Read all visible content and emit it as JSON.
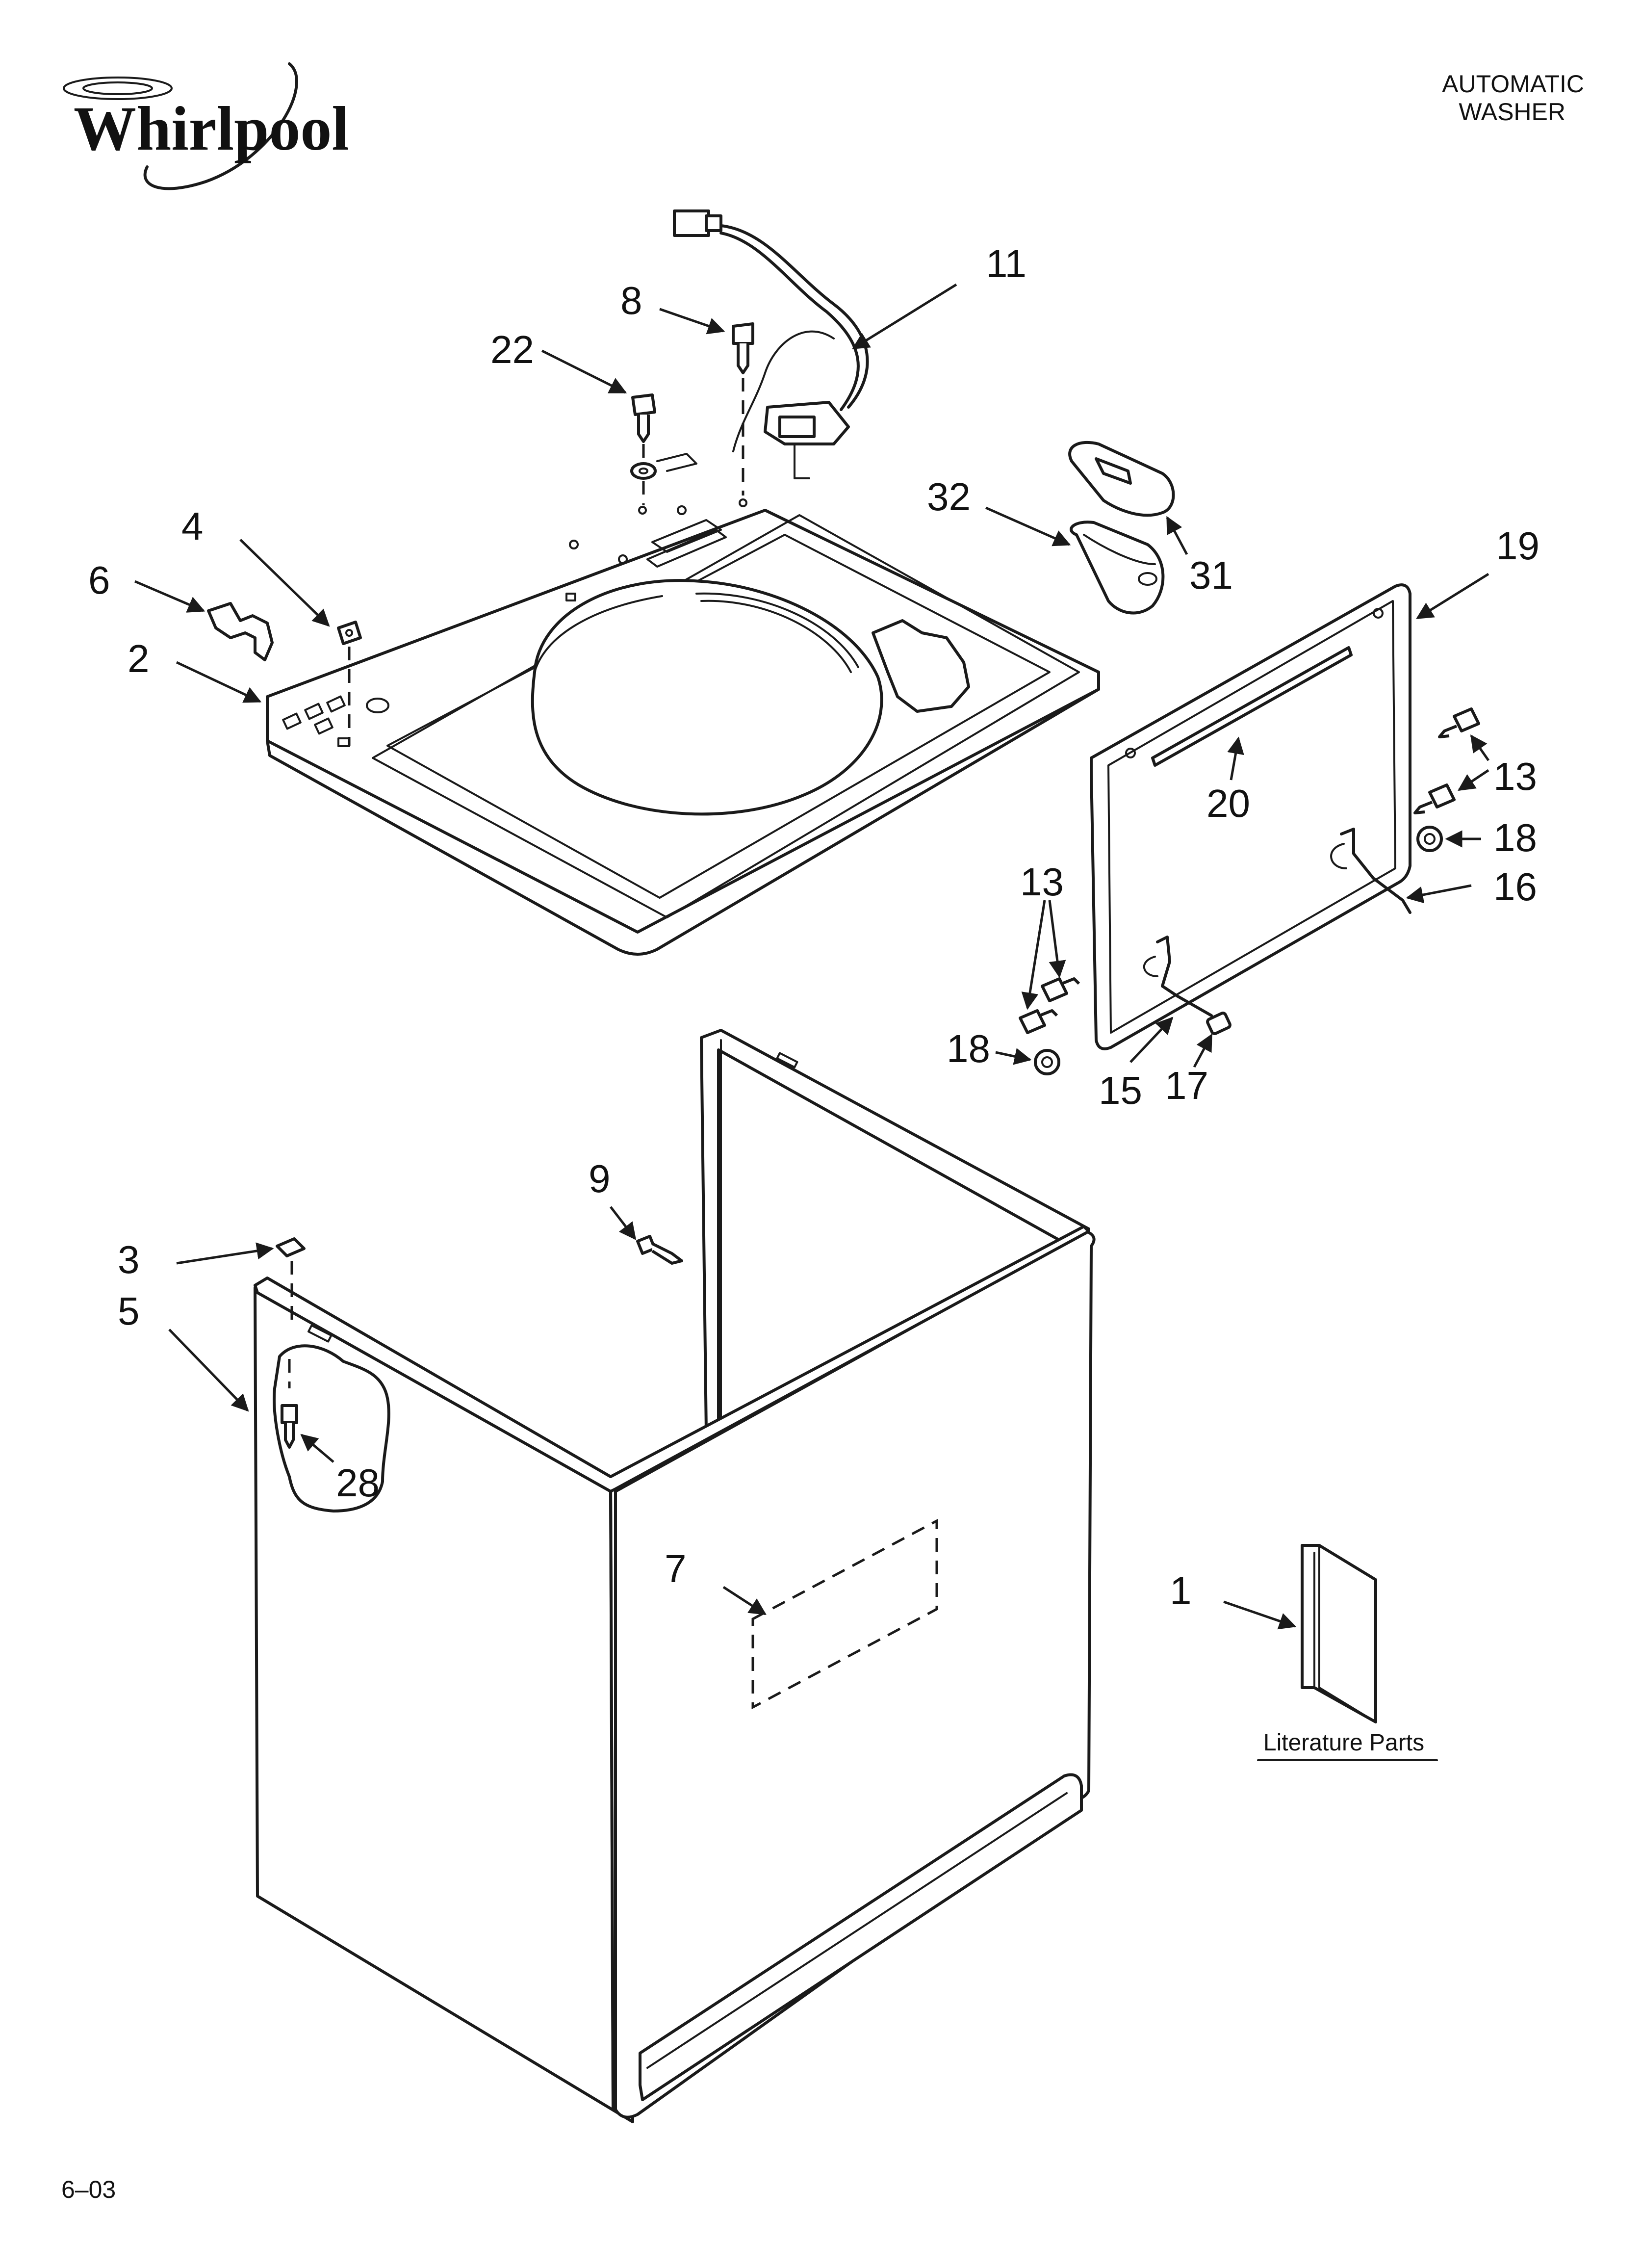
{
  "brand": {
    "name": "Whirlpool",
    "accent_color": "#111111"
  },
  "header": {
    "line1": "AUTOMATIC",
    "line2": "WASHER"
  },
  "footer": {
    "code": "6–03"
  },
  "literature": {
    "caption": "Literature Parts"
  },
  "callouts": [
    {
      "id": "11",
      "text": "11"
    },
    {
      "id": "8",
      "text": "8"
    },
    {
      "id": "22",
      "text": "22"
    },
    {
      "id": "32",
      "text": "32"
    },
    {
      "id": "31",
      "text": "31"
    },
    {
      "id": "4",
      "text": "4"
    },
    {
      "id": "6",
      "text": "6"
    },
    {
      "id": "2",
      "text": "2"
    },
    {
      "id": "19",
      "text": "19"
    },
    {
      "id": "20",
      "text": "20"
    },
    {
      "id": "13a",
      "text": "13"
    },
    {
      "id": "18a",
      "text": "18"
    },
    {
      "id": "16",
      "text": "16"
    },
    {
      "id": "13b",
      "text": "13"
    },
    {
      "id": "18b",
      "text": "18"
    },
    {
      "id": "15",
      "text": "15"
    },
    {
      "id": "17",
      "text": "17"
    },
    {
      "id": "9",
      "text": "9"
    },
    {
      "id": "3",
      "text": "3"
    },
    {
      "id": "5",
      "text": "5"
    },
    {
      "id": "28",
      "text": "28"
    },
    {
      "id": "7",
      "text": "7"
    },
    {
      "id": "1",
      "text": "1"
    }
  ]
}
